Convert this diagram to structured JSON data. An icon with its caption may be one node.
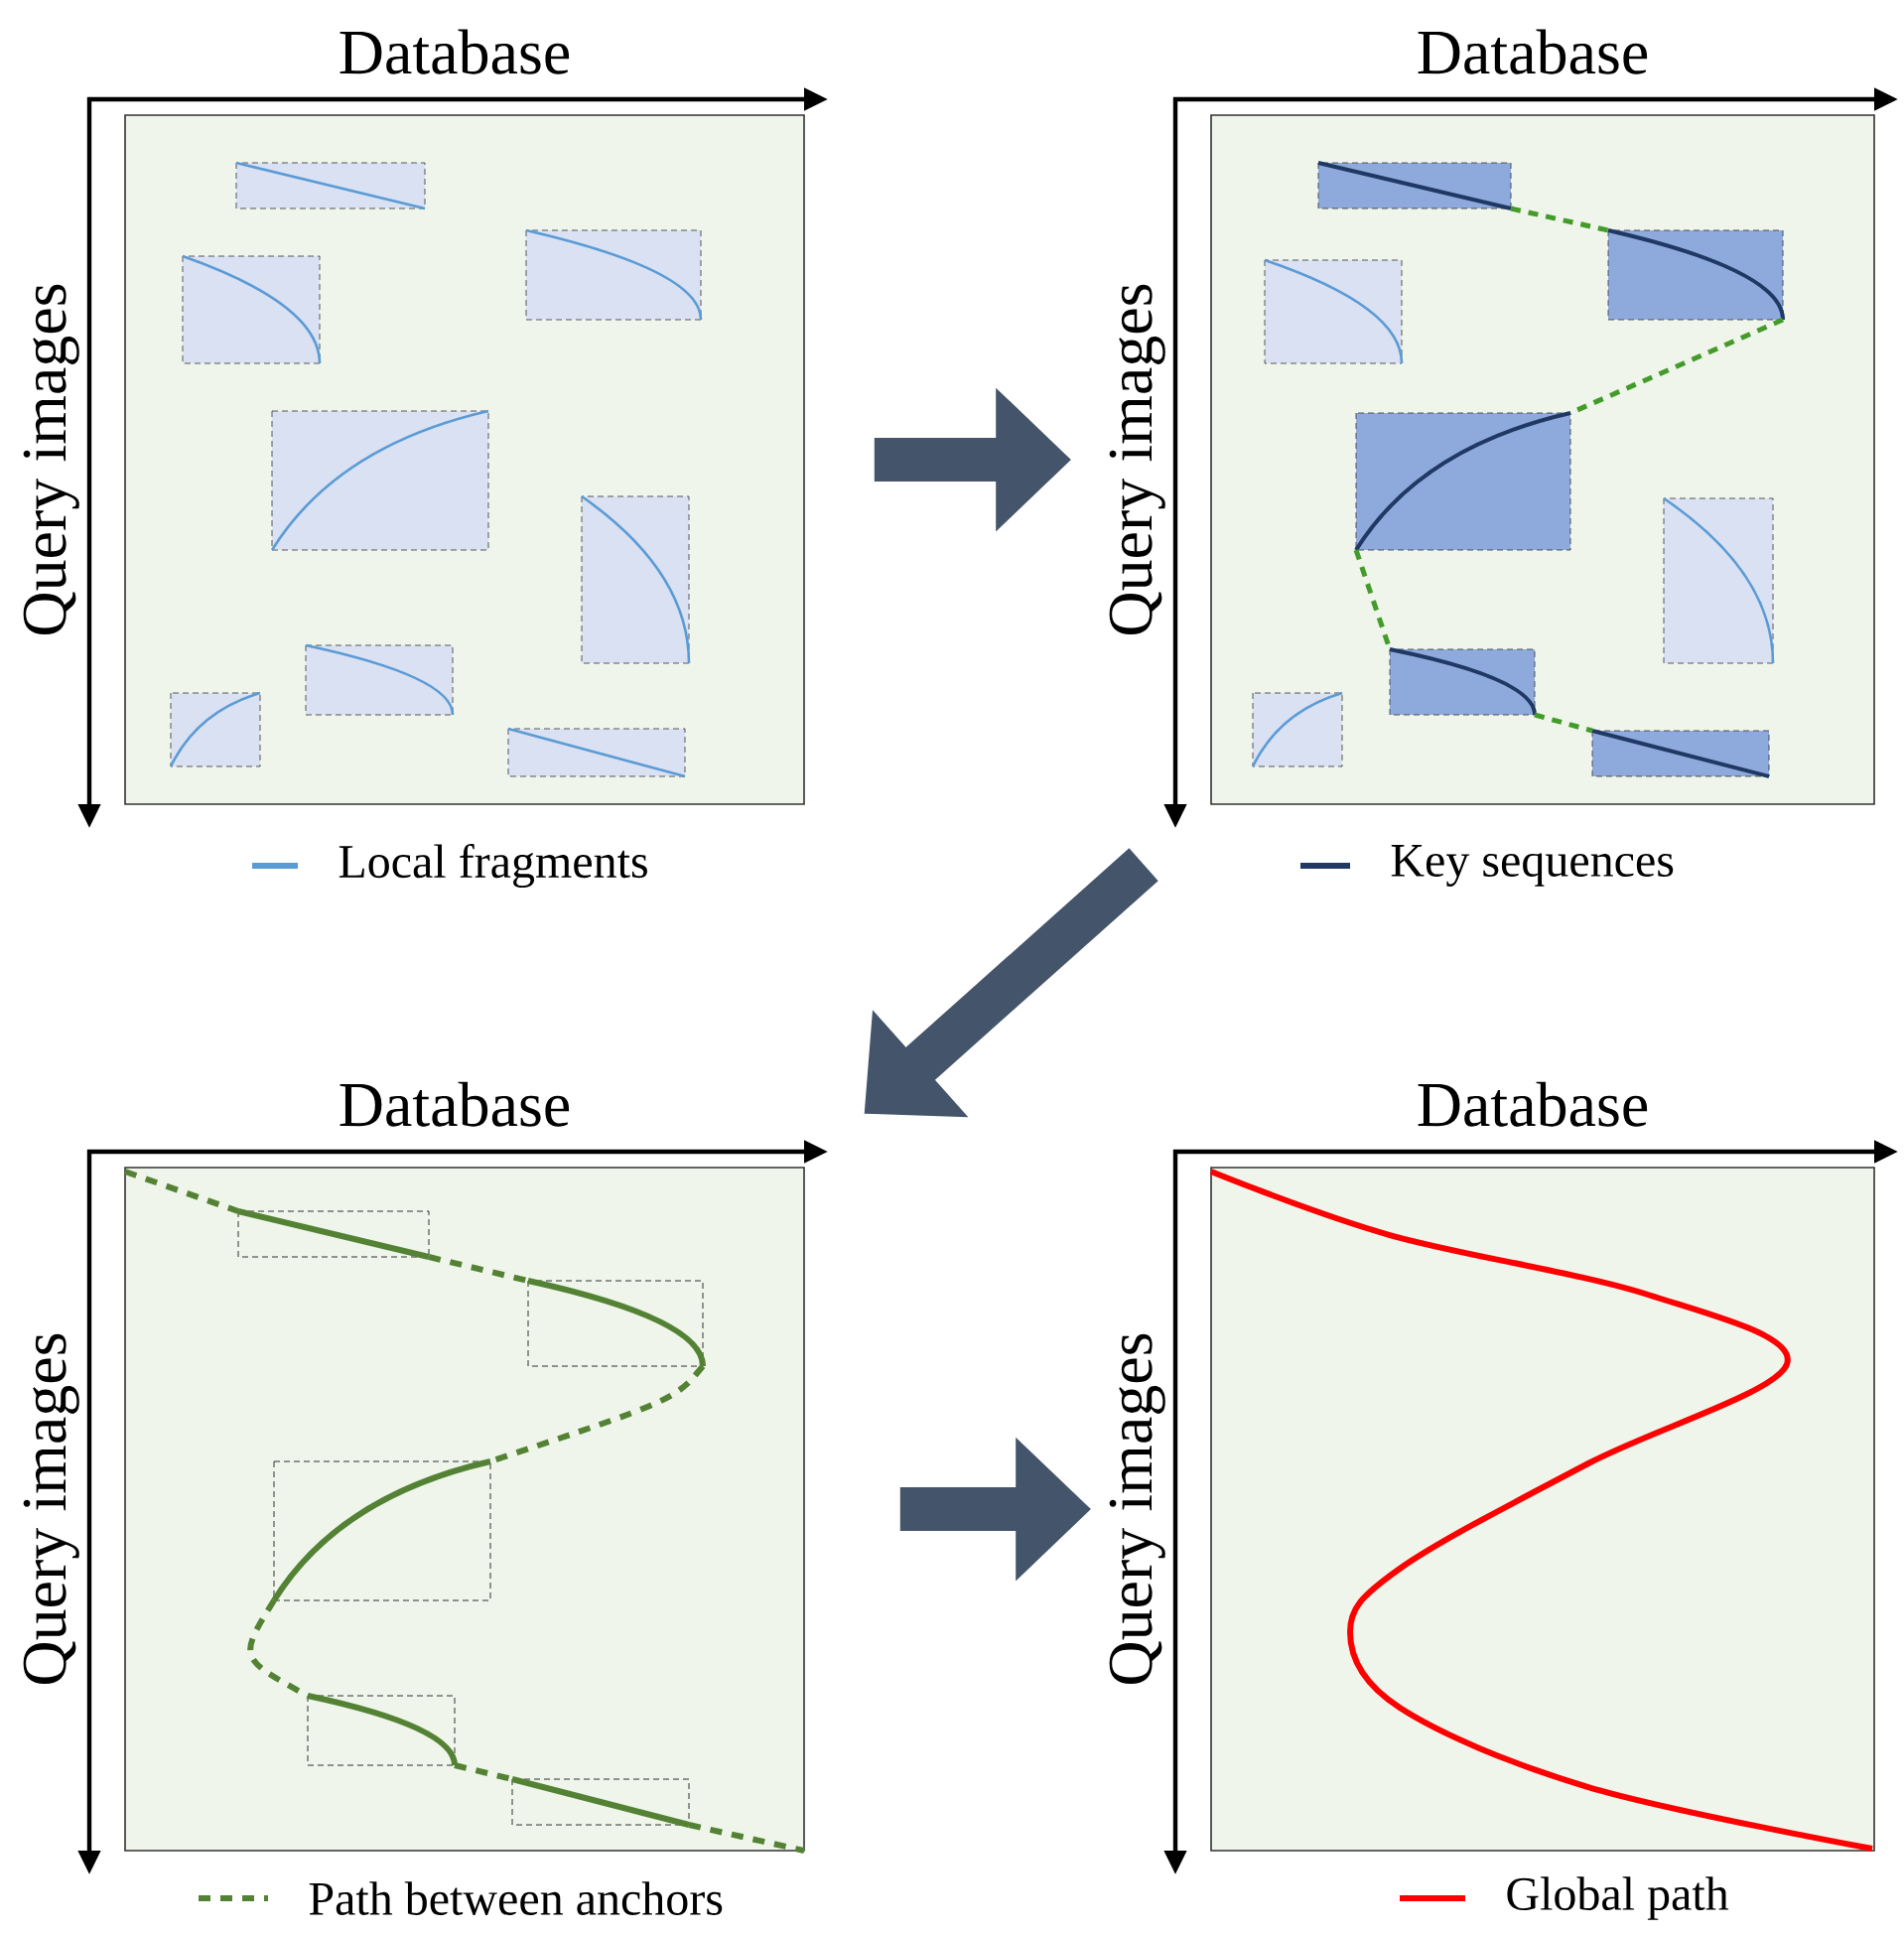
{
  "diagram": {
    "nodes": [
      {
        "text": [
          "Database",
          "Query images"
        ]
      },
      {
        "text": [
          "Database",
          "Query images"
        ]
      },
      {
        "text": [
          "Database",
          "Query images"
        ]
      },
      {
        "text": [
          "Database",
          "Query images"
        ]
      }
    ],
    "edges": [
      {
        "from": 0,
        "to": 1,
        "arrow": "to"
      },
      {
        "from": 1,
        "to": 2,
        "arrow": "to"
      },
      {
        "from": 2,
        "to": 3,
        "arrow": "to"
      }
    ],
    "legend": [
      {
        "text": "Local fragments"
      },
      {
        "text": "Key sequences"
      },
      {
        "text": "Path between anchors"
      },
      {
        "text": "Global path"
      }
    ]
  }
}
